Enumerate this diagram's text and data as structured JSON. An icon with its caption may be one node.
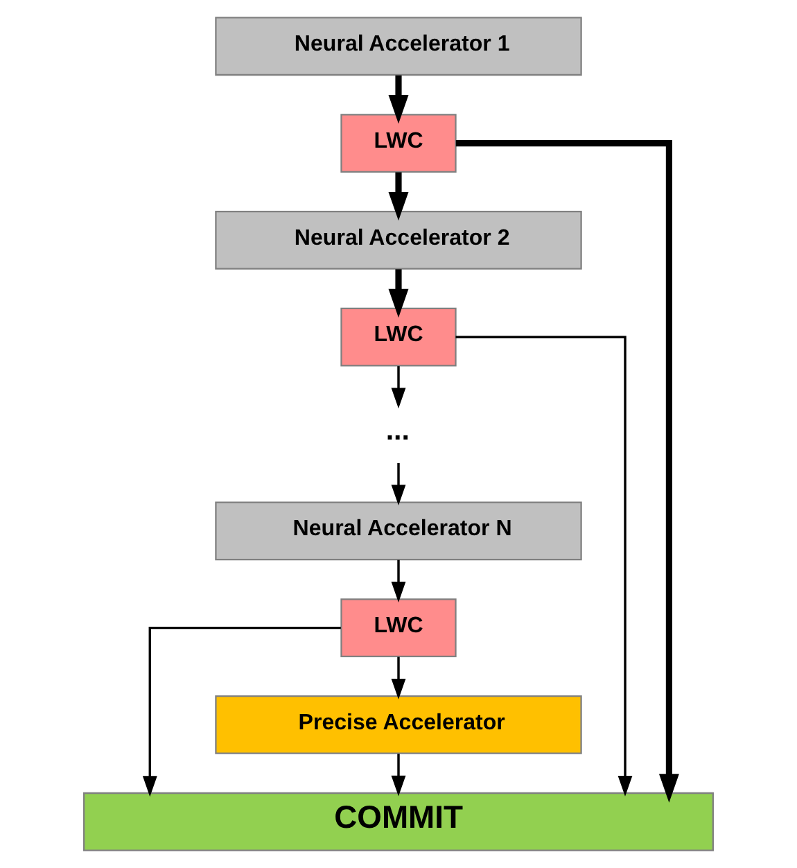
{
  "diagram": {
    "nodes": [
      {
        "text": [
          "Neural Accelerator 1"
        ]
      },
      {
        "text": [
          "LWC"
        ]
      },
      {
        "text": [
          "Neural Accelerator 2"
        ]
      },
      {
        "text": [
          "LWC"
        ]
      },
      {
        "text": [
          "..."
        ]
      },
      {
        "text": [
          "Neural Accelerator N"
        ]
      },
      {
        "text": [
          "LWC"
        ]
      },
      {
        "text": [
          "Precise Accelerator"
        ]
      },
      {
        "text": [
          "COMMIT"
        ]
      }
    ],
    "edges": [
      {
        "from": 0,
        "to": 1,
        "arrow": "to",
        "style": "thick"
      },
      {
        "from": 1,
        "to": 2,
        "arrow": "to",
        "style": "thick"
      },
      {
        "from": 1,
        "to": 8,
        "arrow": "to",
        "style": "thick"
      },
      {
        "from": 2,
        "to": 3,
        "arrow": "to",
        "style": "thick"
      },
      {
        "from": 3,
        "to": 4,
        "arrow": "to"
      },
      {
        "from": 3,
        "to": 8,
        "arrow": "to"
      },
      {
        "from": 4,
        "to": 5,
        "arrow": "to"
      },
      {
        "from": 5,
        "to": 6,
        "arrow": "to"
      },
      {
        "from": 6,
        "to": 7,
        "arrow": "to"
      },
      {
        "from": 6,
        "to": 8,
        "arrow": "to"
      },
      {
        "from": 7,
        "to": 8,
        "arrow": "to"
      }
    ]
  }
}
